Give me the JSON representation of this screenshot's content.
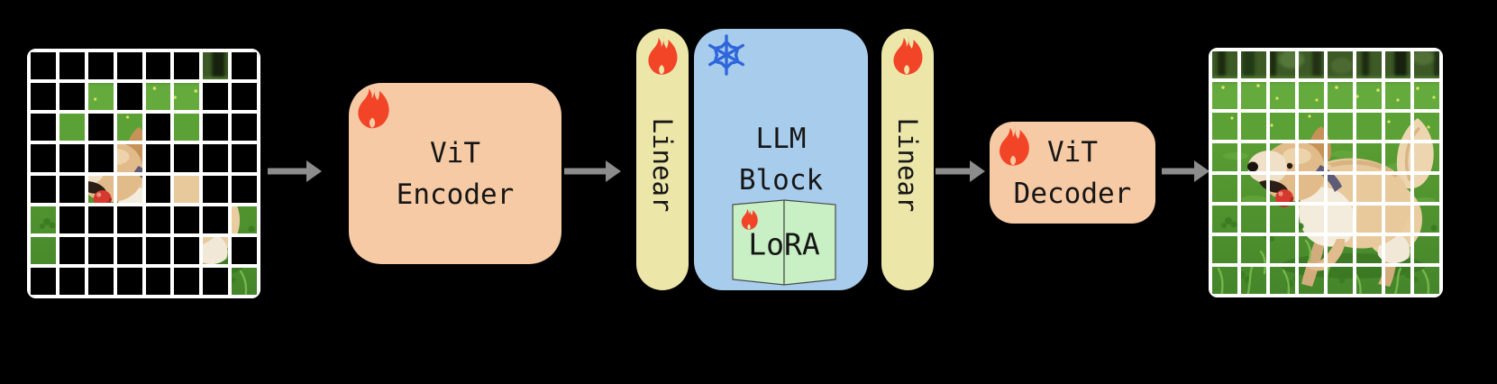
{
  "diagram": {
    "input_image": {
      "description": "photo of a golden retriever on a grassy field split into an 8x8 patch grid, most patches masked out in black",
      "grid_rows": 8,
      "grid_cols": 8,
      "visible_pattern": [
        "00000010",
        "00101100",
        "01010100",
        "00010000",
        "00110100",
        "10000001",
        "10000010",
        "00000001"
      ]
    },
    "blocks": {
      "encoder": {
        "lines": [
          "ViT",
          "Encoder"
        ],
        "icon": "fire-icon"
      },
      "linear_in": {
        "label": "Linear",
        "icon": "fire-icon"
      },
      "llm": {
        "lines": [
          "LLM",
          "Block"
        ],
        "icon": "snowflake-icon"
      },
      "lora": {
        "label": "LoRA",
        "icon": "fire-icon"
      },
      "linear_out": {
        "label": "Linear",
        "icon": "fire-icon"
      },
      "decoder": {
        "lines": [
          "ViT",
          "Decoder"
        ],
        "icon": "fire-icon"
      }
    },
    "output_image": {
      "description": "reconstructed photo of the golden retriever running with a red ball in its mouth, overlaid with an 8x8 white patch grid",
      "grid_rows": 8,
      "grid_cols": 8
    },
    "colors": {
      "bg": "#000000",
      "peach": "#F6CAA4",
      "pill_yellow": "#EDE6A9",
      "block_blue": "#A8CCEC",
      "lora_green": "#C8F0C4",
      "fire": "#F24527",
      "snowflake": "#2E66DB",
      "arrow": "#8C8C8C",
      "grid_line": "#FFFFFF",
      "mask": "#000000",
      "text": "#161616"
    }
  }
}
